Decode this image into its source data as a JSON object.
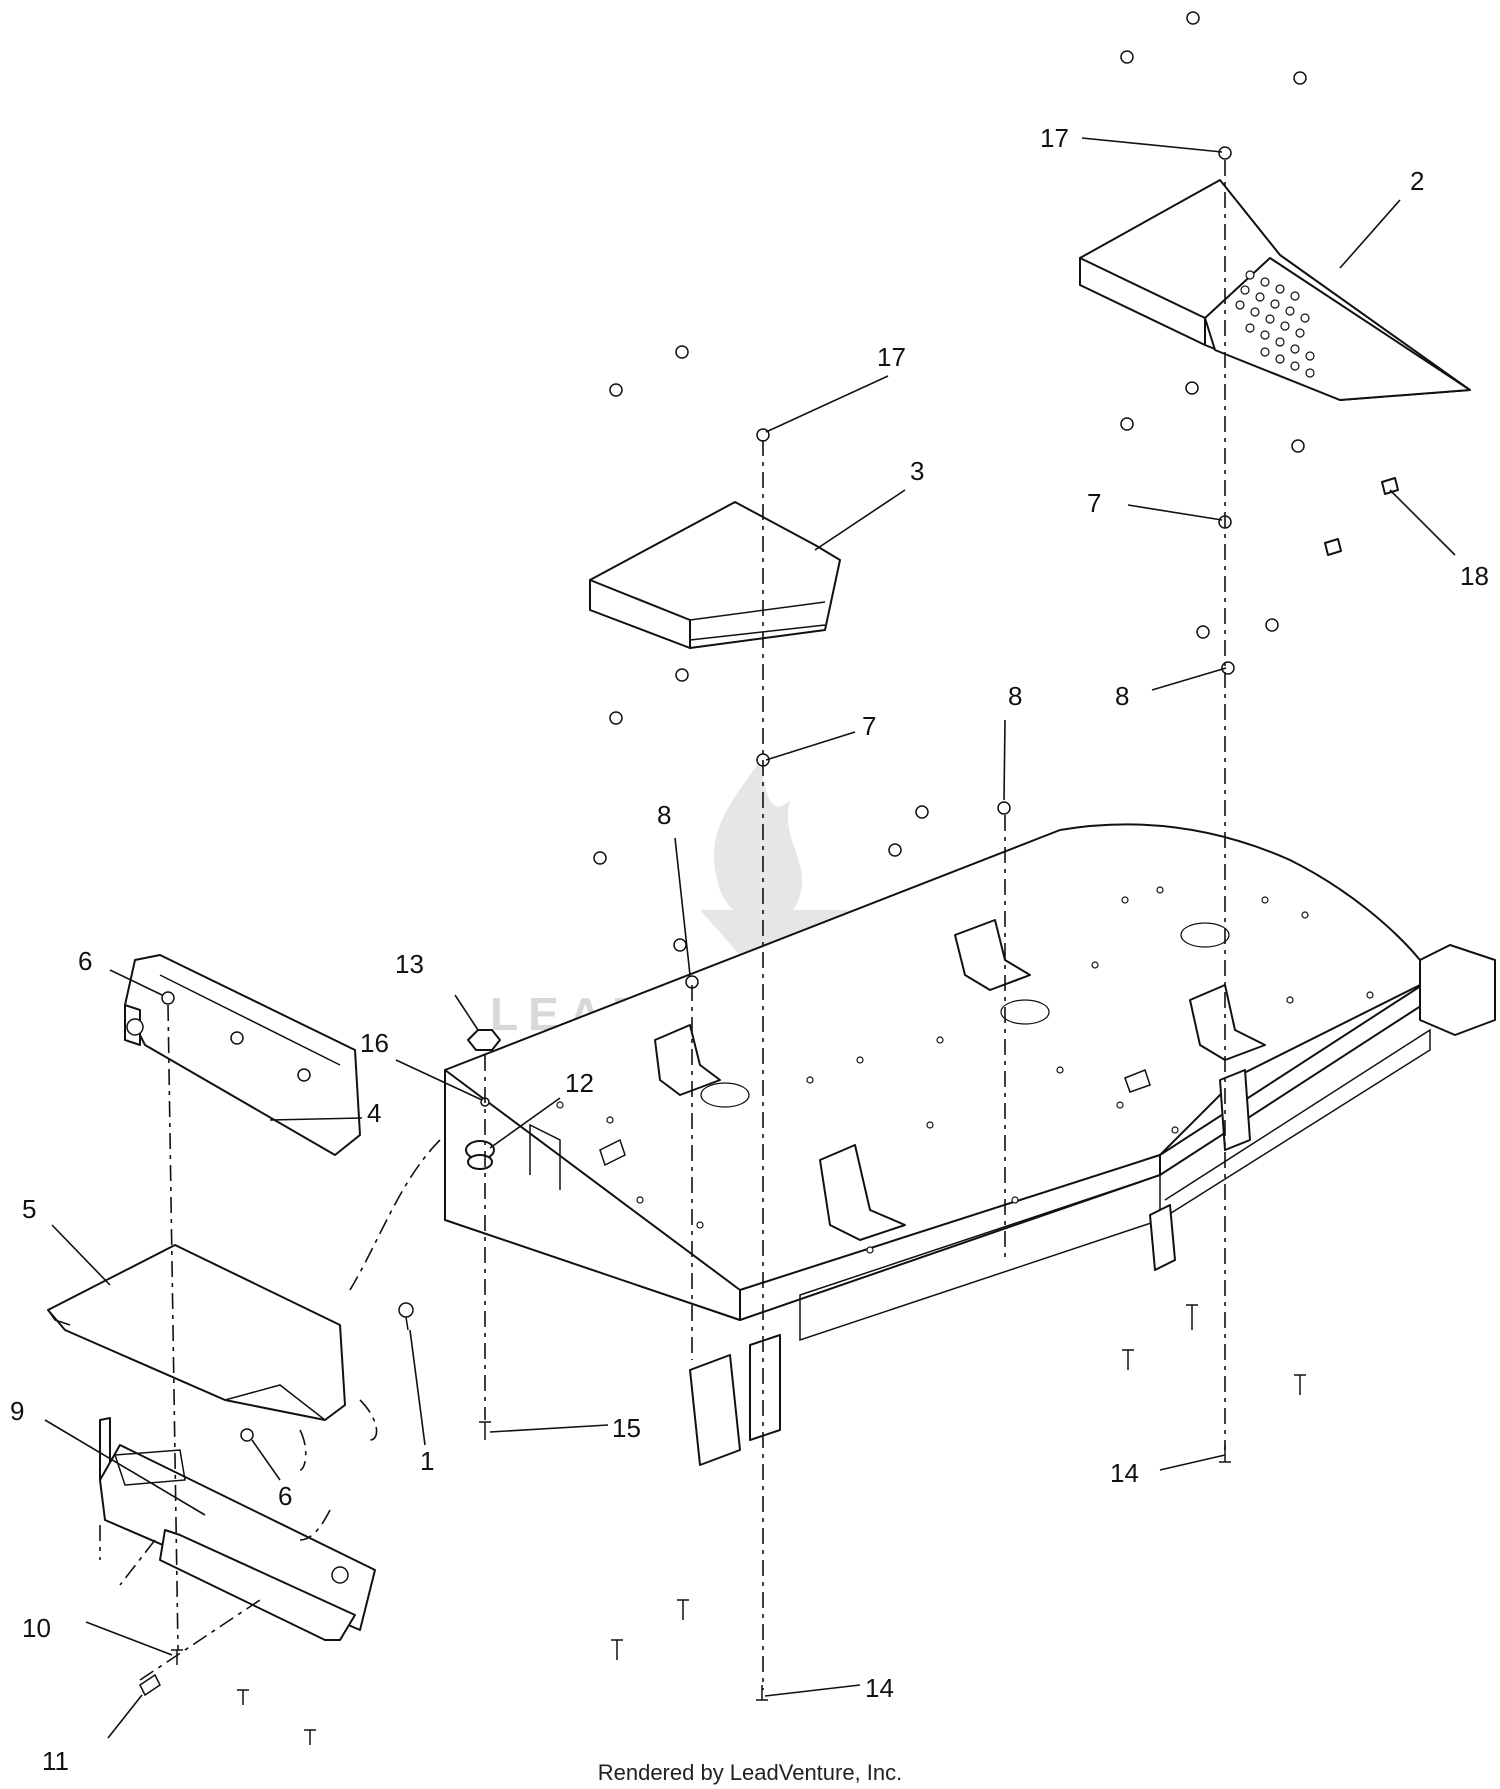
{
  "callouts": {
    "c1": "1",
    "c2": "2",
    "c3": "3",
    "c4": "4",
    "c5": "5",
    "c6a": "6",
    "c6b": "6",
    "c7a": "7",
    "c7b": "7",
    "c8a": "8",
    "c8b": "8",
    "c8c": "8",
    "c9": "9",
    "c10": "10",
    "c11": "11",
    "c12": "12",
    "c13": "13",
    "c14a": "14",
    "c14b": "14",
    "c15": "15",
    "c16": "16",
    "c17a": "17",
    "c17b": "17",
    "c18": "18"
  },
  "watermark": {
    "text": "LEADVENTURE"
  },
  "footer": {
    "text": "Rendered by LeadVenture, Inc."
  }
}
